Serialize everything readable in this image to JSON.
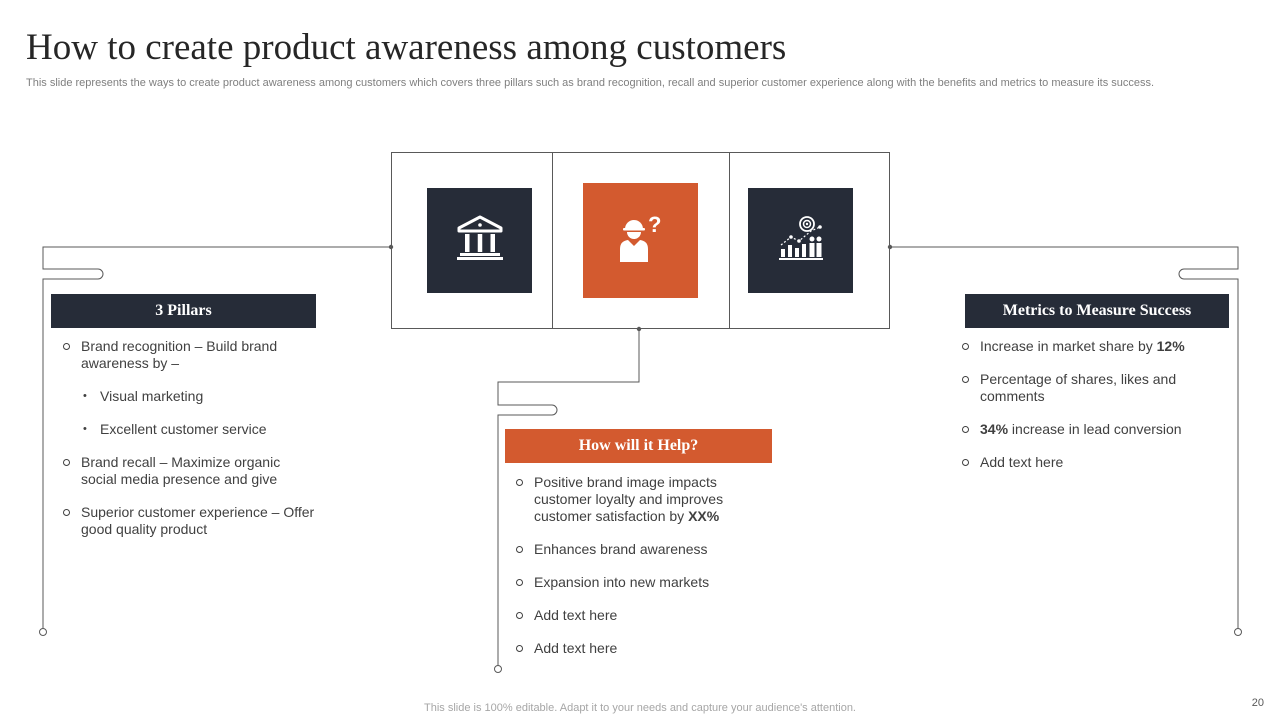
{
  "slide": {
    "title": "How to create product awareness among customers",
    "subtitle": "This slide represents the ways to create product awareness among customers which covers three pillars such as brand recognition, recall and superior customer experience along with the benefits and metrics to measure its success.",
    "footer": "This slide is 100% editable. Adapt it to your needs and capture your audience's attention.",
    "page_number": "20"
  },
  "icons": {
    "left": "bank-building-icon",
    "center": "person-question-icon",
    "center_glyph": "?",
    "right": "growth-chart-icon"
  },
  "colors": {
    "dark": "#262c38",
    "accent": "#d35a2f",
    "line": "#595959"
  },
  "pillars": {
    "header": "3 Pillars",
    "items": [
      {
        "text": "Brand recognition – Build brand awareness by –",
        "sub": [
          "Visual marketing",
          "Excellent customer service"
        ]
      },
      {
        "text": "Brand recall – Maximize  organic social media presence and give"
      },
      {
        "text": "Superior customer experience – Offer good quality product"
      }
    ]
  },
  "help": {
    "header": "How will it Help?",
    "items": [
      {
        "text": "Positive brand image impacts customer loyalty and improves customer satisfaction by ",
        "bold": "XX%"
      },
      {
        "text": "Enhances brand awareness"
      },
      {
        "text": "Expansion into new markets"
      },
      {
        "text": "Add text here"
      },
      {
        "text": "Add text here"
      }
    ]
  },
  "metrics": {
    "header": "Metrics to Measure Success",
    "items": [
      {
        "text": "Increase in market share by ",
        "bold": "12%"
      },
      {
        "text": "Percentage of shares, likes and comments"
      },
      {
        "bold_lead": "34%",
        "text": " increase in lead conversion"
      },
      {
        "text": "Add text here"
      }
    ]
  }
}
